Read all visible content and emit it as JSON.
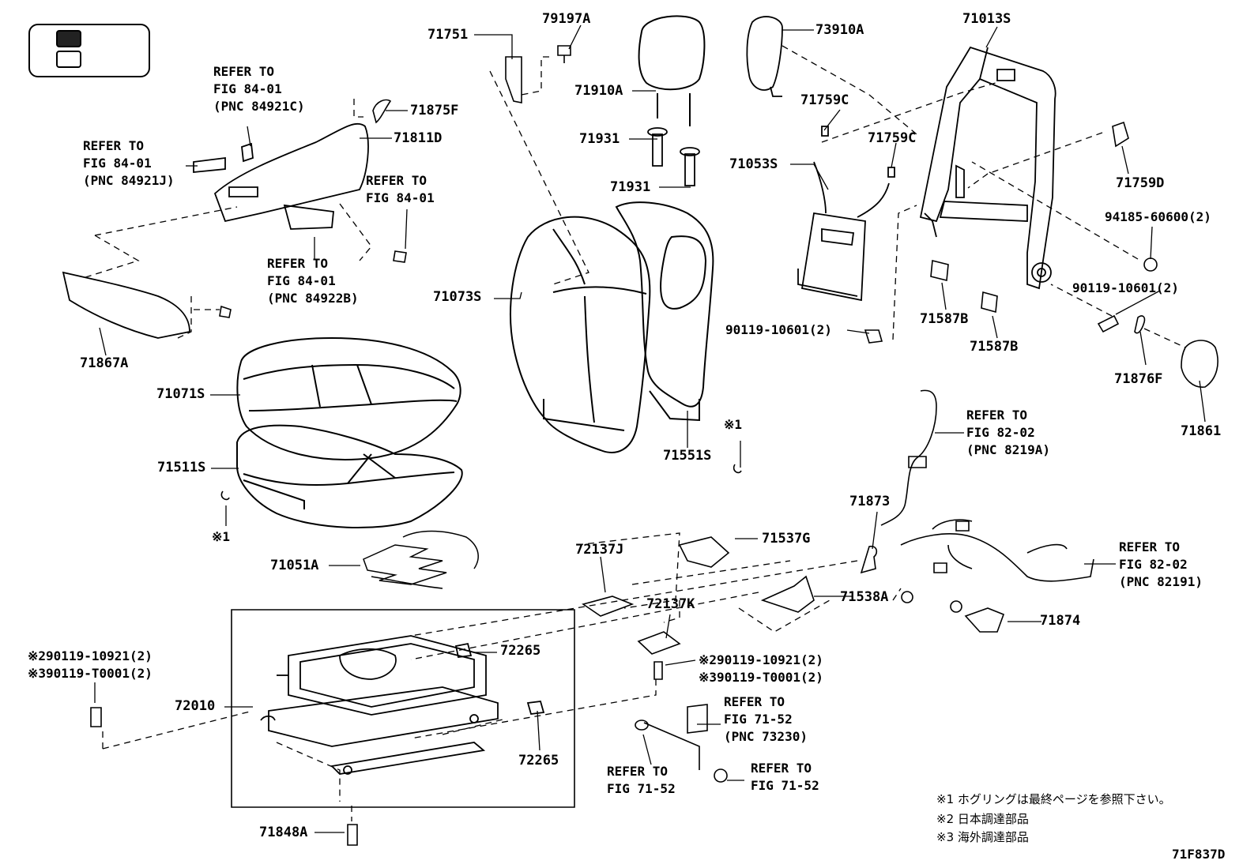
{
  "diagram_code": "71F837D",
  "legend": {
    "filled_symbol": "filled-box",
    "empty_symbol": "empty-box"
  },
  "parts": {
    "p71751": "71751",
    "p79197A": "79197A",
    "p71910A": "71910A",
    "p71931a": "71931",
    "p71931b": "71931",
    "p73910A": "73910A",
    "p71013S": "71013S",
    "p71875F": "71875F",
    "p71811D": "71811D",
    "p71759Ca": "71759C",
    "p71759Cb": "71759C",
    "p71053S": "71053S",
    "p71759D": "71759D",
    "p94185": "94185-60600(2)",
    "p90119_10601a": "90119-10601(2)",
    "p90119_10601b": "90119-10601(2)",
    "p71587Ba": "71587B",
    "p71587Bb": "71587B",
    "p71876F": "71876F",
    "p71861": "71861",
    "p71867A": "71867A",
    "p71071S": "71071S",
    "p71073S": "71073S",
    "p71511S": "71511S",
    "p71551S": "71551S",
    "p71051A": "71051A",
    "p72137J": "72137J",
    "p71537G": "71537G",
    "p71873": "71873",
    "p72137K": "72137K",
    "p71538A": "71538A",
    "p71874": "71874",
    "p72265a": "72265",
    "p72265b": "72265",
    "p72010": "72010",
    "p71848A": "71848A",
    "p_left_bolt_2": "※290119-10921(2)",
    "p_left_bolt_3": "※390119-T0001(2)",
    "p_mid_bolt_2": "※290119-10921(2)",
    "p_mid_bolt_3": "※390119-T0001(2)",
    "hog_ring_a": "※1",
    "hog_ring_b": "※1"
  },
  "references": {
    "r84921C": "REFER TO\nFIG 84-01\n(PNC 84921C)",
    "r84921J": "REFER TO\nFIG 84-01\n(PNC 84921J)",
    "r8401": "REFER TO\nFIG 84-01",
    "r84922B": "REFER TO\nFIG 84-01\n(PNC 84922B)",
    "r8219A": "REFER TO\nFIG 82-02\n(PNC 8219A)",
    "r82191": "REFER TO\nFIG 82-02\n(PNC 82191)",
    "r73230": "REFER TO\nFIG 71-52\n(PNC 73230)",
    "r7152a": "REFER TO\nFIG 71-52",
    "r7152b": "REFER TO\nFIG 71-52"
  },
  "notes": {
    "n1": "※1 ホグリングは最終ページを参照下さい。",
    "n2": "※2 日本調達部品",
    "n3": "※3 海外調達部品"
  }
}
